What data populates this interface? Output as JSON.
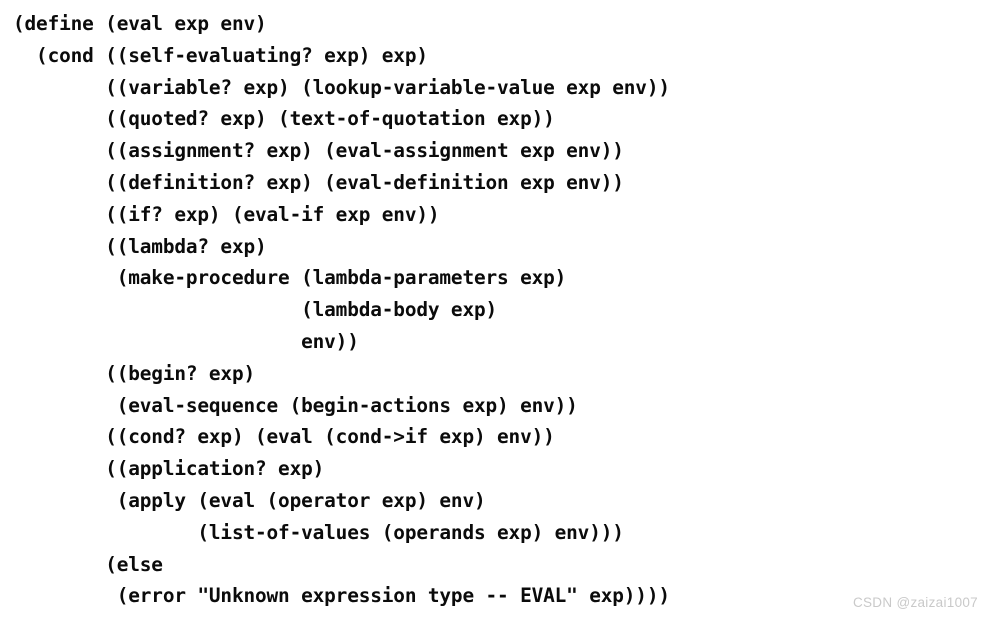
{
  "document": {
    "kind": "scanned-code-listing",
    "language": "Scheme",
    "background_color": "#ffffff",
    "text_color": "#0b0b0b"
  },
  "code": {
    "lines": [
      "(define (eval exp env)",
      "  (cond ((self-evaluating? exp) exp)",
      "        ((variable? exp) (lookup-variable-value exp env))",
      "        ((quoted? exp) (text-of-quotation exp))",
      "        ((assignment? exp) (eval-assignment exp env))",
      "        ((definition? exp) (eval-definition exp env))",
      "        ((if? exp) (eval-if exp env))",
      "        ((lambda? exp)",
      "         (make-procedure (lambda-parameters exp)",
      "                         (lambda-body exp)",
      "                         env))",
      "        ((begin? exp)",
      "         (eval-sequence (begin-actions exp) env))",
      "        ((cond? exp) (eval (cond->if exp) env))",
      "        ((application? exp)",
      "         (apply (eval (operator exp) env)",
      "                (list-of-values (operands exp) env)))",
      "        (else",
      "         (error \"Unknown expression type -- EVAL\" exp))))"
    ]
  },
  "watermark": {
    "text": "CSDN @zaizai1007",
    "color": "#c9c9c9"
  }
}
